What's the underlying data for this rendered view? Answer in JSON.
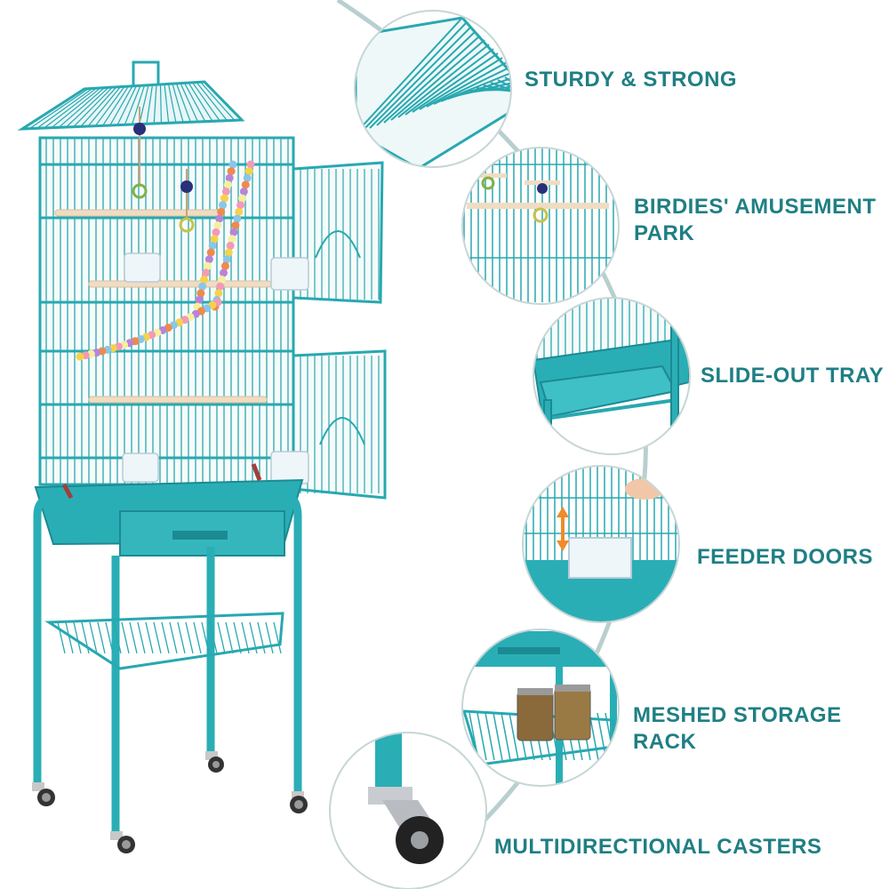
{
  "colors": {
    "cage_teal": "#28a8b0",
    "cage_teal_dark": "#1b8a92",
    "label_teal": "#1f7f84",
    "connector_grey": "#b9cfcf",
    "perch_wood": "#f0dcc2",
    "background": "#ffffff"
  },
  "features": [
    {
      "title": "STURDY & STRONG",
      "icon": "wire-roof-detail-icon"
    },
    {
      "title_line1": "BIRDIES' AMUSEMENT",
      "title_line2": "PARK",
      "icon": "hanging-toys-icon"
    },
    {
      "title": "SLIDE-OUT TRAY",
      "icon": "slide-out-tray-icon"
    },
    {
      "title": "FEEDER DOORS",
      "icon": "feeder-door-icon"
    },
    {
      "title_line1": "MESHED STORAGE",
      "title_line2": "RACK",
      "icon": "storage-rack-icon"
    },
    {
      "title": "MULTIDIRECTIONAL CASTERS",
      "icon": "caster-wheel-icon"
    }
  ]
}
